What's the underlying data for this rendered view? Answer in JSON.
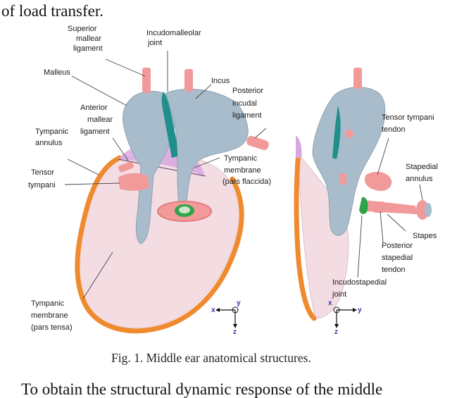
{
  "body_text": {
    "top_line": "of load transfer.",
    "bottom_line": "To obtain the structural dynamic response of the middle"
  },
  "caption": "Fig. 1.  Middle ear anatomical structures.",
  "labels": {
    "superior_mallear_ligament": [
      "Superior",
      "mallear",
      "ligament"
    ],
    "incudomalleolar_joint": [
      "Incudomalleolar",
      "joint"
    ],
    "malleus": "Malleus",
    "incus": "Incus",
    "posterior_incudal_ligament": [
      "Posterior",
      "incudal",
      "ligament"
    ],
    "anterior_mallear_ligament": [
      "Anterior",
      "mallear",
      "ligament"
    ],
    "tympanic_annulus": [
      "Tympanic",
      "annulus"
    ],
    "tympanic_membrane_flaccida": [
      "Tympanic",
      "membrane",
      "(pars flaccida)"
    ],
    "tensor_tympani": [
      "Tensor",
      "tympani"
    ],
    "tympanic_membrane_tensa": [
      "Tympanic",
      "membrane",
      "(pars tensa)"
    ],
    "tensor_tympani_tendon": [
      "Tensor tympani",
      "tendon"
    ],
    "stapedial_annulus": [
      "Stapedial",
      "annulus"
    ],
    "stapes": "Stapes",
    "posterior_stapedial_tendon": [
      "Posterior",
      "stapedial",
      "tendon"
    ],
    "incudostapedial_joint": [
      "Incudostapedial",
      "joint"
    ]
  },
  "axes": {
    "left": {
      "x": "x",
      "y": "y",
      "z": "z"
    },
    "right": {
      "x": "x",
      "y": "y",
      "z": "z"
    }
  },
  "colors": {
    "bone": "#a9bccb",
    "ligament": "#f29a9a",
    "annulus": "#f08a2e",
    "tensa": "#f3dde3",
    "flaccida": "#d7a7e0",
    "joint": "#1f8f8a",
    "incudostapedial": "#2fa44a"
  }
}
